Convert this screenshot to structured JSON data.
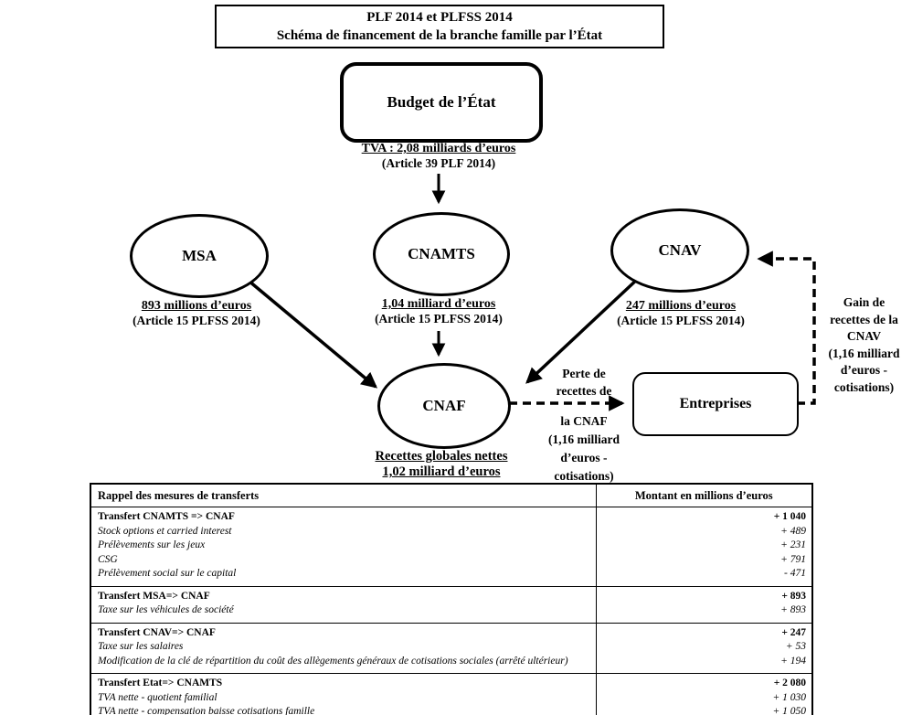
{
  "title": {
    "line1": "PLF 2014 et PLFSS 2014",
    "line2": "Schéma de financement de la branche famille par l’État"
  },
  "budget": {
    "label": "Budget de l’État",
    "amount": "TVA : 2,08 milliards d’euros",
    "article": "(Article 39 PLF 2014)"
  },
  "msa": {
    "label": "MSA",
    "amount": "893 millions d’euros",
    "article": "(Article 15 PLFSS 2014)"
  },
  "cnamts": {
    "label": "CNAMTS",
    "amount": "1,04 milliard d’euros",
    "article": "(Article 15 PLFSS 2014)"
  },
  "cnav": {
    "label": "CNAV",
    "amount": "247 millions d’euros",
    "article": "(Article 15 PLFSS 2014)"
  },
  "cnaf": {
    "label": "CNAF",
    "net_line1": "Recettes globales nettes",
    "net_line2": "1,02 milliard d’euros"
  },
  "entreprises": {
    "label": "Entreprises"
  },
  "perte": {
    "lines": [
      "Perte de",
      "recettes de",
      "la CNAF",
      "(1,16 milliard",
      "d’euros -",
      "cotisations)"
    ]
  },
  "gain": {
    "lines": [
      "Gain de",
      "recettes de la",
      "CNAV",
      "(1,16 milliard",
      "d’euros -",
      "cotisations)"
    ]
  },
  "colors": {
    "ink": "#000000",
    "background": "#ffffff"
  },
  "table": {
    "header": {
      "col1": "Rappel des mesures  de transferts",
      "col2": "Montant en millions d’euros"
    },
    "groups": [
      {
        "rows": [
          {
            "label": "Transfert CNAMTS => CNAF",
            "value": "+ 1 040"
          },
          {
            "label": "Stock options et carried interest",
            "value": "+ 489"
          },
          {
            "label": "Prélèvements sur les jeux",
            "value": "+ 231"
          },
          {
            "label": "CSG",
            "value": "+ 791"
          },
          {
            "label": "Prélèvement social sur le capital",
            "value": "- 471"
          }
        ]
      },
      {
        "rows": [
          {
            "label": "Transfert MSA=> CNAF",
            "value": "+ 893"
          },
          {
            "label": "Taxe sur les véhicules de société",
            "value": "+ 893"
          }
        ]
      },
      {
        "rows": [
          {
            "label": "Transfert CNAV=> CNAF",
            "value": "+ 247"
          },
          {
            "label": "Taxe sur les salaires",
            "value": "+ 53"
          },
          {
            "label": "Modification de  la  clé de répartition du coût des allègements généraux de cotisations sociales (arrêté ultérieur)",
            "value": "+ 194"
          }
        ]
      },
      {
        "rows": [
          {
            "label": "Transfert Etat=> CNAMTS",
            "value": "+ 2 080"
          },
          {
            "label": "TVA nette - quotient familial",
            "value": "+ 1 030"
          },
          {
            "label": "TVA nette - compensation baisse cotisations famille",
            "value": "+ 1 050"
          }
        ]
      }
    ]
  }
}
